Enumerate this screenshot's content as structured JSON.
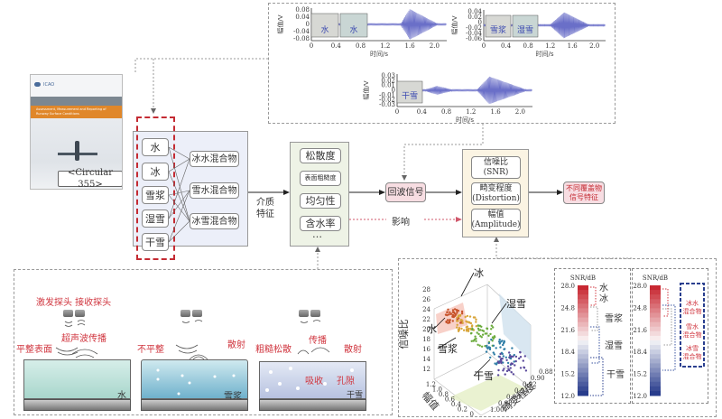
{
  "waveforms": [
    {
      "id": "water",
      "ylabel": "幅值/V",
      "xlabel": "时间/s",
      "yticks": [
        "0.08",
        "0.04",
        "0",
        "-0.04",
        "-0.08"
      ],
      "xticks": [
        "0",
        "0.4",
        "0.8",
        "1.2",
        "1.6",
        "2.0"
      ],
      "photo_labels": [
        "水",
        "水"
      ]
    },
    {
      "id": "slush",
      "ylabel": "幅值/V",
      "xlabel": "时间/s",
      "yticks": [
        "0.04",
        "0.02",
        "0",
        "-0.02",
        "-0.04",
        "-0.06"
      ],
      "xticks": [
        "0",
        "0.4",
        "0.8",
        "1.2",
        "1.6",
        "2.0"
      ],
      "photo_labels": [
        "雪浆",
        "湿雪"
      ]
    },
    {
      "id": "drysnow",
      "ylabel": "幅值/V",
      "xlabel": "时间/s",
      "yticks": [
        "0.03",
        "0.02",
        "0.01",
        "0",
        "-0.01",
        "-0.02",
        "-0.03"
      ],
      "xticks": [
        "0",
        "0.4",
        "0.8",
        "1.2",
        "1.6",
        "2.0"
      ],
      "photo_labels": [
        "干雪"
      ]
    }
  ],
  "cover": {
    "logo": "ICAO",
    "title": "Circular 355",
    "subtitle": "Assessment, Measurement and Reporting of Runway Surface Conditions",
    "caption": "<Circular 355>"
  },
  "media": {
    "items": [
      "水",
      "冰",
      "雪浆",
      "湿雪",
      "干雪"
    ],
    "mixtures": [
      "冰水混合物",
      "雪水混合物",
      "冰雪混合物"
    ],
    "edge_label": "介质\n特征"
  },
  "properties": {
    "items": [
      "松散度",
      "表面粗糙度",
      "均匀性",
      "含水率"
    ],
    "more": "…"
  },
  "echo": {
    "label": "回波信号",
    "influence": "影响"
  },
  "features": {
    "items": [
      {
        "cn": "信噪比",
        "en": "(SNR)"
      },
      {
        "cn": "畸变程度",
        "en": "(Distortion)"
      },
      {
        "cn": "幅值",
        "en": "(Amplitude)"
      }
    ]
  },
  "output": {
    "label": "不同覆盖物\n信号特征"
  },
  "schematic": {
    "probes": "激发探头 接收探头",
    "propagation": "超声波传播",
    "flat": "平整表面",
    "water": "水",
    "uneven": "不平整",
    "scatter1": "散射",
    "slush": "雪浆",
    "rough": "粗糙松散",
    "propagate": "传播",
    "scatter2": "散射",
    "absorb": "吸收",
    "pore": "孔隙",
    "drysnow": "干雪"
  },
  "scatter3d": {
    "zlabel": "信噪比",
    "xlabel": "幅值",
    "ylabel": "畸变程度",
    "zticks": [
      "28",
      "26",
      "24",
      "22",
      "20",
      "18",
      "16",
      "14",
      "12"
    ],
    "xticks": [
      "1.2",
      "1.0",
      "0.8",
      "0.6",
      "0.4",
      "0.2",
      "0"
    ],
    "yticks": [
      "1.00",
      "0.98",
      "0.96",
      "0.94",
      "0.92",
      "0.90",
      "0.88"
    ],
    "labels": [
      "冰",
      "水",
      "湿雪",
      "雪浆",
      "干雪"
    ]
  },
  "colorbars": [
    {
      "title": "SNR/dB",
      "ticks": [
        "28.0",
        "24.8",
        "21.6",
        "18.4",
        "15.2",
        "12.0"
      ],
      "labels": [
        "水",
        "冰",
        "雪浆",
        "湿雪",
        "干雪"
      ]
    },
    {
      "title": "SNR/dB",
      "ticks": [
        "28.0",
        "24.8",
        "21.6",
        "18.4",
        "15.2",
        "12.0"
      ],
      "labels": [
        "冰水\n混合物",
        "雪水\n混合物",
        "冰雪\n混合物"
      ]
    }
  ],
  "colors": {
    "red": "#d0363f",
    "panel_blue": "#eceff9",
    "panel_green": "#eef3e6",
    "panel_yellow": "#fbf4e3",
    "echo_pink": "#f7dde2",
    "wave": "#6a6fc8"
  }
}
